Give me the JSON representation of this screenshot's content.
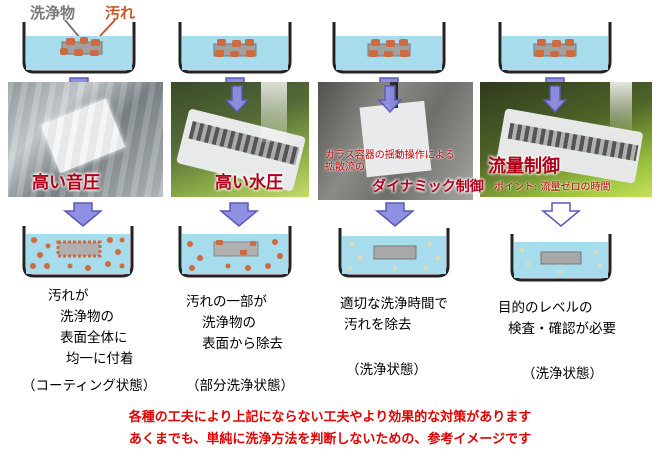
{
  "legend": {
    "object_label": "洗浄物",
    "dirt_label": "汚れ"
  },
  "colors": {
    "water": "#a6dceb",
    "dirt": "#cd6a3f",
    "object": "#9a9a9a",
    "arrow": "#8f8fe3",
    "note": "#e00000",
    "title": "#b0001a",
    "dirt_label": "#c8562a"
  },
  "methods": [
    {
      "title": "高い音圧",
      "subtitle": ""
    },
    {
      "title": "高い水圧",
      "subtitle": ""
    },
    {
      "title": "ダイナミック制御",
      "subtitle": "ガラス容器の揺動操作による\n拡散流の"
    },
    {
      "title": "流量制御",
      "subtitle": "ポイント: 流量ゼロの時間"
    }
  ],
  "results": [
    {
      "lines": [
        "汚れが",
        "洗浄物の",
        "表面全体に",
        "均一に付着"
      ],
      "state": "（コーティング状態）"
    },
    {
      "lines": [
        "汚れの一部が",
        "洗浄物の",
        "表面から除去"
      ],
      "state": "（部分洗浄状態）"
    },
    {
      "lines": [
        "適切な洗浄時間で",
        "汚れを除去"
      ],
      "state": "（洗浄状態）"
    },
    {
      "lines": [
        "目的のレベルの",
        "検査・確認が必要"
      ],
      "state": "（洗浄状態）"
    }
  ],
  "notes": [
    "各種の工夫により上記にならない工夫やより効果的な対策があります",
    "あくまでも、単純に洗浄方法を判断しないための、参考イメージです"
  ]
}
